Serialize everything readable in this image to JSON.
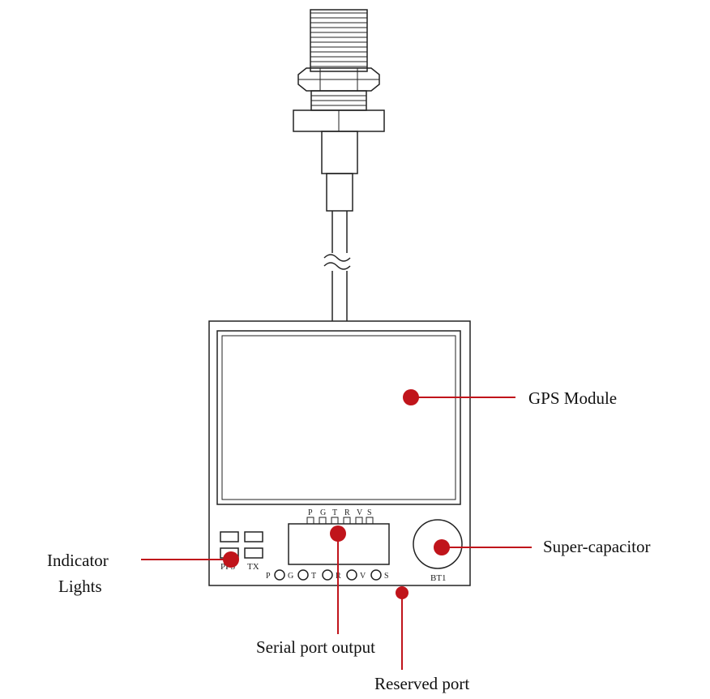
{
  "accent_color": "#c0141b",
  "callouts": {
    "gps_module": "GPS Module",
    "super_capacitor": "Super-capacitor",
    "indicator_lights_line1": "Indicator",
    "indicator_lights_line2": "Lights",
    "serial_port_output": "Serial port output",
    "reserved_port": "Reserved port"
  },
  "board_labels": {
    "top_pins": [
      "P",
      "G",
      "T",
      "R",
      "V",
      "S"
    ],
    "bottom_pins": [
      "P",
      "G",
      "T",
      "R",
      "V",
      "S"
    ],
    "led_left": "PPS",
    "led_right": "TX",
    "capacitor": "BT1"
  }
}
